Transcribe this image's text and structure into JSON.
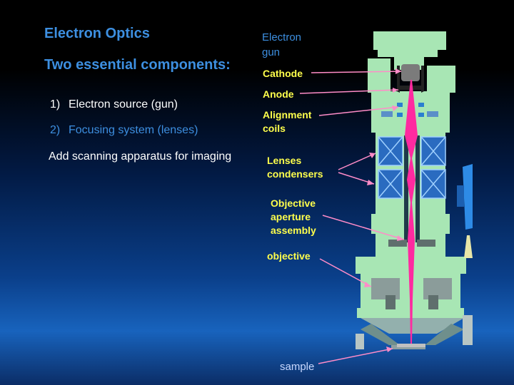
{
  "slide": {
    "title": "Electron Optics",
    "subtitle": "Two essential components:",
    "list": [
      {
        "num": "1)",
        "text": "Electron source (gun)"
      },
      {
        "num": "2)",
        "text": "Focusing system (lenses)"
      }
    ],
    "note": "Add scanning apparatus for imaging"
  },
  "labels": {
    "gun": [
      "Electron",
      "gun"
    ],
    "cathode": "Cathode",
    "anode": "Anode",
    "alignment": [
      "Alignment",
      "coils"
    ],
    "lenses": [
      "Lenses",
      "condensers"
    ],
    "objective_aperture": [
      "Objective",
      "aperture",
      "assembly"
    ],
    "objective": "objective",
    "sample": "sample"
  },
  "colors": {
    "column": "#a8e6b4",
    "beam": "#ff2aa0",
    "leader": "#ff8cc8",
    "label": "#ffff4c",
    "heading": "#3d8fe0"
  }
}
